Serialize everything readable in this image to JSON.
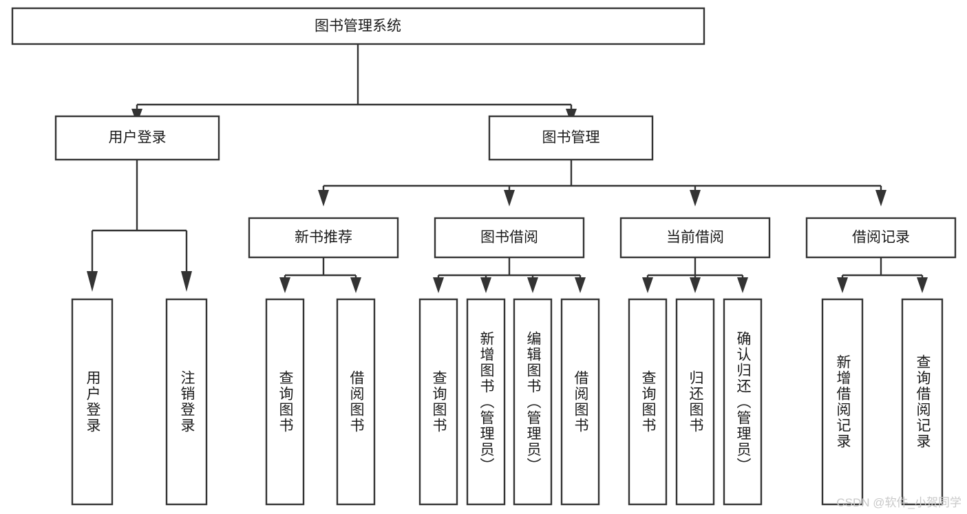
{
  "diagram": {
    "type": "tree-hierarchy",
    "title": "图书管理系统",
    "orientation": "top-down",
    "colors": {
      "box_stroke": "#333333",
      "box_fill": "#ffffff",
      "text": "#1a1a1a",
      "background": "#ffffff",
      "watermark": "#c9c9c9"
    },
    "root": {
      "label": "图书管理系统"
    },
    "level2": [
      {
        "label": "用户登录"
      },
      {
        "label": "图书管理"
      }
    ],
    "level3": [
      {
        "label": "新书推荐"
      },
      {
        "label": "图书借阅"
      },
      {
        "label": "当前借阅"
      },
      {
        "label": "借阅记录"
      }
    ],
    "leaves": {
      "user_login": [
        {
          "label": "用户登录"
        },
        {
          "label": "注销登录"
        }
      ],
      "new_book_recommend": [
        {
          "label": "查询图书"
        },
        {
          "label": "借阅图书"
        }
      ],
      "book_borrow": [
        {
          "label": "查询图书"
        },
        {
          "label": "新增图书（管理员）"
        },
        {
          "label": "编辑图书（管理员）"
        },
        {
          "label": "借阅图书"
        }
      ],
      "current_borrow": [
        {
          "label": "查询图书"
        },
        {
          "label": "归还图书"
        },
        {
          "label": "确认归还（管理员）"
        }
      ],
      "borrow_record": [
        {
          "label": "新增借阅记录"
        },
        {
          "label": "查询借阅记录"
        }
      ]
    },
    "watermark": "CSDN @软件_小贺同学"
  }
}
